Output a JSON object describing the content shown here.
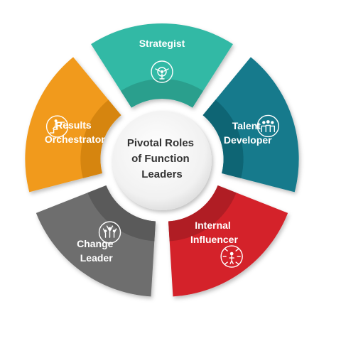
{
  "diagram": {
    "center": {
      "lines": [
        "Pivotal Roles",
        "of Function",
        "Leaders"
      ]
    },
    "segments": [
      {
        "id": "strategist",
        "lines": [
          "Strategist"
        ],
        "icon": "target-person-icon",
        "color": "#33b9a5",
        "shade": "#2a9f8d"
      },
      {
        "id": "talent-developer",
        "lines": [
          "Talent",
          "Developer"
        ],
        "icon": "team-icon",
        "color": "#127a8c",
        "shade": "#0e6574"
      },
      {
        "id": "internal-influencer",
        "lines": [
          "Internal",
          "Influencer"
        ],
        "icon": "influence-arrows-icon",
        "color": "#d4242c",
        "shade": "#b01d24"
      },
      {
        "id": "change-leader",
        "lines": [
          "Change",
          "Leader"
        ],
        "icon": "group-celebrate-icon",
        "color": "#6e6e6e",
        "shade": "#5a5a5a"
      },
      {
        "id": "results-orchestrator",
        "lines": [
          "Results",
          "Orchestrator"
        ],
        "icon": "stairs-climber-icon",
        "color": "#f19a1b",
        "shade": "#d6850f"
      }
    ]
  }
}
